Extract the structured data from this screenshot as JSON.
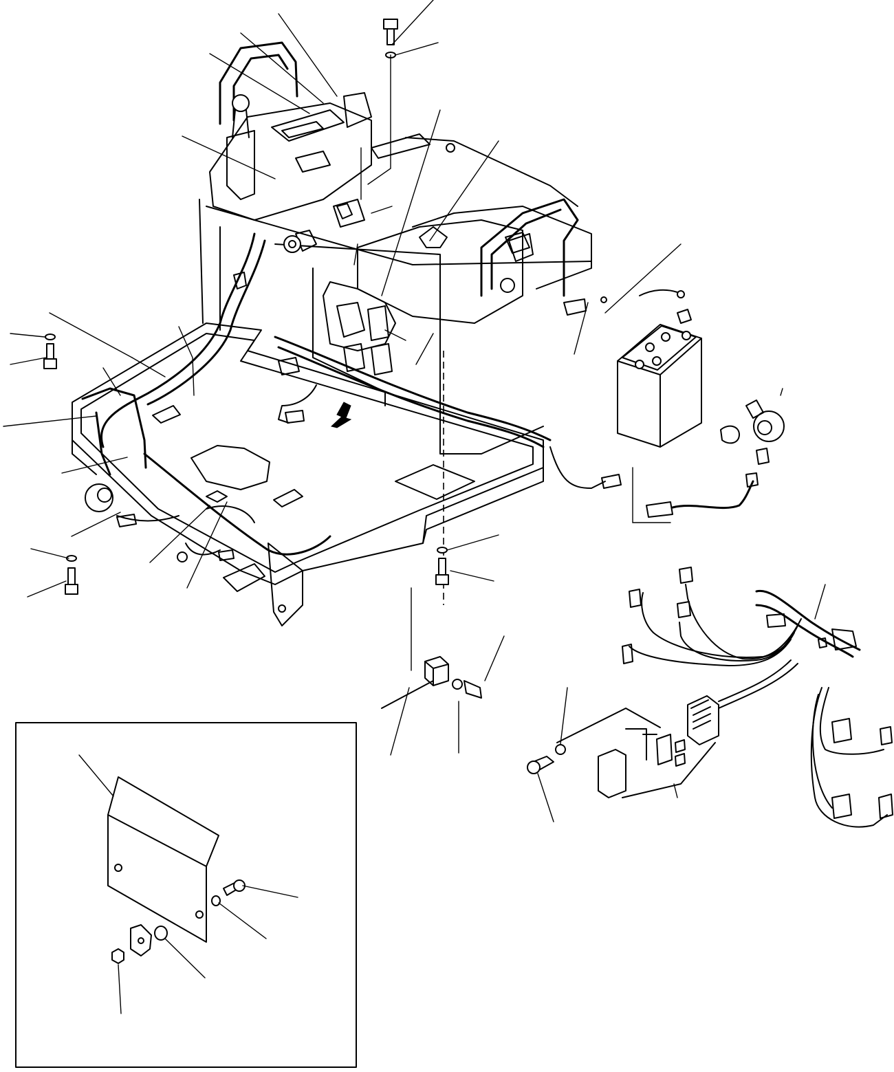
{
  "figure": {
    "kind": "exploded parts diagram",
    "labels_printed": false,
    "callout_lines": true
  },
  "assemblies": [
    {
      "id": "main-harness",
      "icon": "harness-icon"
    },
    {
      "id": "battery",
      "icon": "battery-icon"
    },
    {
      "id": "horn",
      "icon": "horn-icon"
    },
    {
      "id": "sensor",
      "icon": "sensor-icon"
    },
    {
      "id": "relay-fuse-box",
      "icon": "fuse-box-icon"
    },
    {
      "id": "cover-plate-detail",
      "icon": "cover-plate-icon"
    }
  ],
  "colors": {
    "ink": "#000000",
    "paper": "#ffffff"
  }
}
